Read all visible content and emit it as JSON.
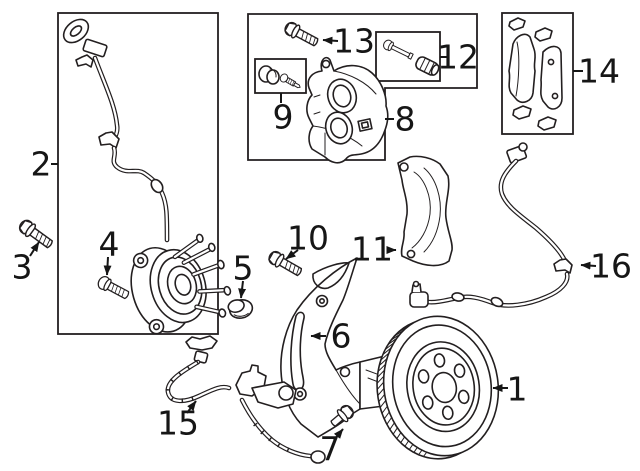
{
  "figure": {
    "type": "exploded-parts-diagram",
    "subject": "front disc brake components",
    "background_color": "#ffffff",
    "line_color": "#231f20",
    "callouts": [
      {
        "label": "1",
        "part": "brake-rotor"
      },
      {
        "label": "2",
        "part": "hub-and-abs-harness-group-box"
      },
      {
        "label": "3",
        "part": "hub-mounting-bolt"
      },
      {
        "label": "4",
        "part": "wheel-stud"
      },
      {
        "label": "5",
        "part": "sealing-cap"
      },
      {
        "label": "6",
        "part": "splash-shield"
      },
      {
        "label": "7",
        "part": "shield-mounting-bolt"
      },
      {
        "label": "8",
        "part": "brake-caliper-group-box"
      },
      {
        "label": "9",
        "part": "bleeder-screw-kit-box"
      },
      {
        "label": "10",
        "part": "bracket-mounting-bolt"
      },
      {
        "label": "11",
        "part": "caliper-mounting-bracket"
      },
      {
        "label": "12",
        "part": "caliper-guide-pin-kit-box"
      },
      {
        "label": "13",
        "part": "caliper-bolt"
      },
      {
        "label": "14",
        "part": "brake-pad-set-box"
      },
      {
        "label": "15",
        "part": "brake-hydraulic-hose"
      },
      {
        "label": "16",
        "part": "abs-wheel-speed-sensor"
      }
    ]
  }
}
